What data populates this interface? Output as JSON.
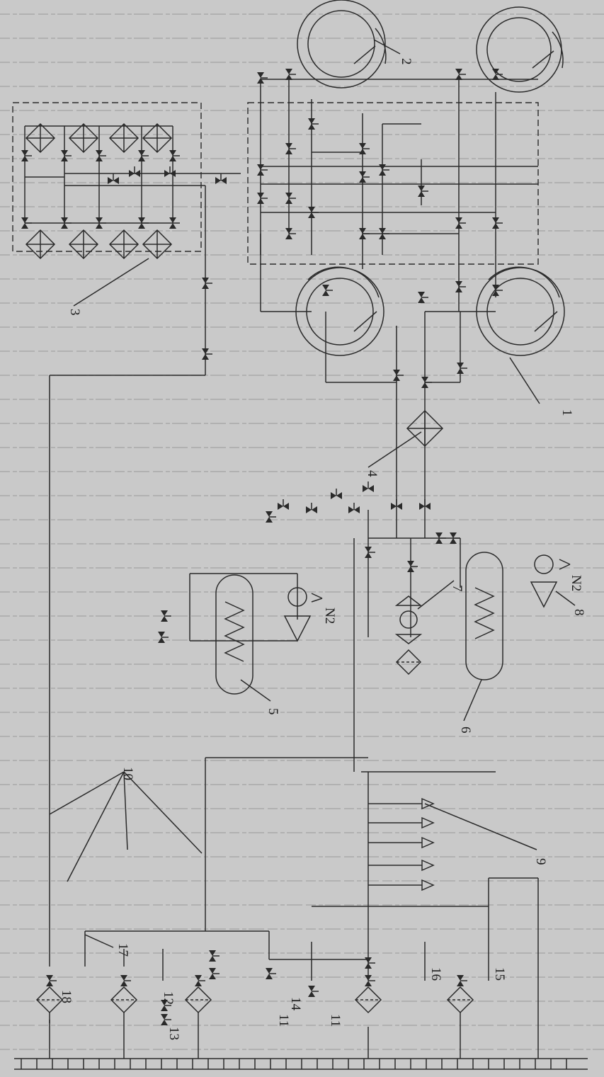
{
  "figure": {
    "labels": [
      "1",
      "2",
      "3",
      "4",
      "5",
      "6",
      "7",
      "8",
      "9",
      "10",
      "11",
      "11",
      "12",
      "13",
      "14",
      "15",
      "16",
      "17",
      "18"
    ],
    "gas_labels": [
      "N2",
      "N2"
    ]
  },
  "colors": {
    "paper": "#c9c9c9",
    "ink": "#2a2a2a",
    "bleed_text": "#a9a9a9"
  }
}
